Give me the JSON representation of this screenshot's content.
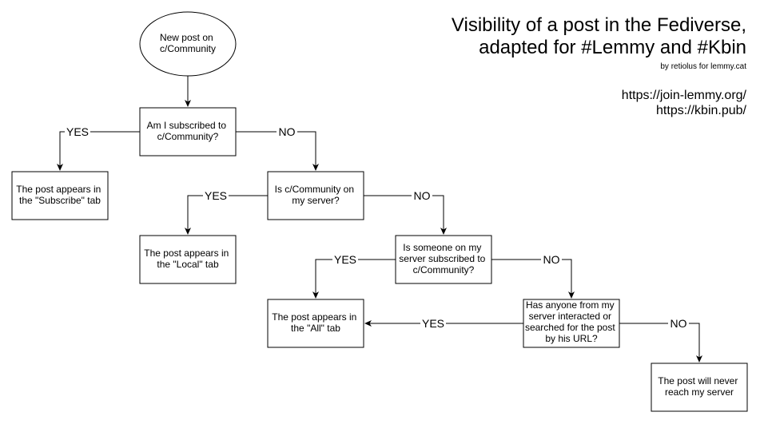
{
  "title": {
    "line1": "Visibility of a post in the Fediverse,",
    "line2": "adapted for #Lemmy and #Kbin"
  },
  "credit": "by retiolus for lemmy.cat",
  "links": [
    "https://join-lemmy.org/",
    "https://kbin.pub/"
  ],
  "nodes": {
    "start": [
      "New post on",
      "c/Community"
    ],
    "q_subscribed": [
      "Am I subscribed to",
      "c/Community?"
    ],
    "r_subscribe_tab": [
      "The post appears in",
      "the \"Subscribe\" tab"
    ],
    "q_on_server": [
      "Is c/Community on",
      "my server?"
    ],
    "r_local_tab": [
      "The post appears in",
      "the \"Local\" tab"
    ],
    "q_someone_subscribed": [
      "Is someone on my",
      "server subscribed to",
      "c/Community?"
    ],
    "r_all_tab": [
      "The post appears in",
      "the \"All\" tab"
    ],
    "q_interacted": [
      "Has anyone from my",
      "server interacted or",
      "searched for the post",
      "by his URL?"
    ],
    "r_never": [
      "The post will never",
      "reach my server"
    ]
  },
  "edge_labels": {
    "yes": "YES",
    "no": "NO"
  }
}
